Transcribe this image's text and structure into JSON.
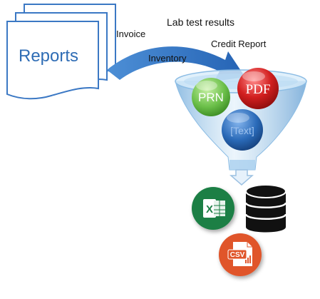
{
  "document": {
    "title": "Reports"
  },
  "labels": {
    "invoice": "Invoice",
    "lab_test_results": "Lab test results",
    "credit_report": "Credit Report",
    "inventory": "Inventory"
  },
  "funnel_balls": {
    "prn": "PRN",
    "pdf": "PDF",
    "text": "[Text]"
  },
  "outputs": {
    "excel_letter": "X",
    "csv_label": "CSV"
  },
  "colors": {
    "doc_stroke": "#3b78c4",
    "doc_text": "#2f6db5",
    "arrow": "#2e75c6",
    "funnel": "#9cc7ea",
    "prn": "#6cc04a",
    "pdf": "#d21f1f",
    "text_ball": "#2a6ab8",
    "excel": "#1d7f45",
    "csv": "#e0542a",
    "database": "#111111"
  }
}
